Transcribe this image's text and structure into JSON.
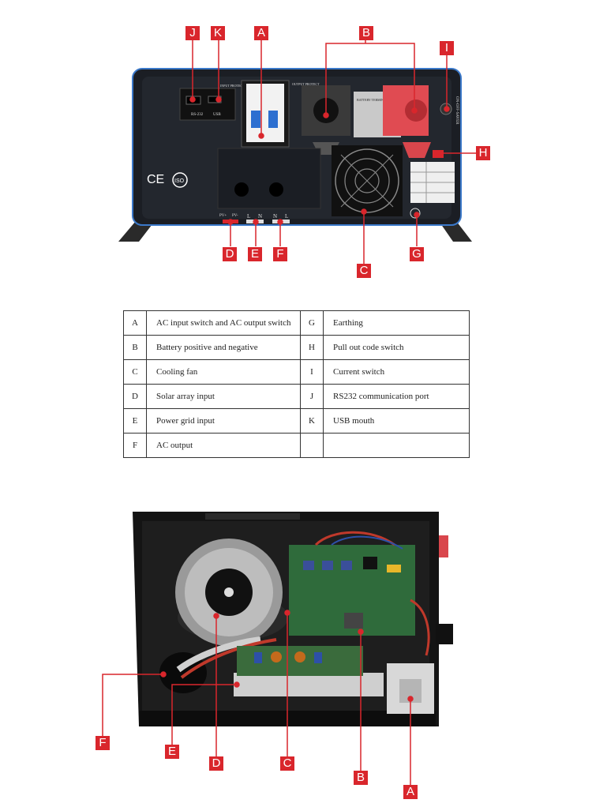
{
  "panel_labels": {
    "rs232": "RS-232",
    "usb": "USB",
    "input_protect": "INPUT PROTECT",
    "output_protect": "OUTPUT PROTECT",
    "battery_terminal": "BATTERY TERMINAL",
    "on_off_saver": "ON-OFF-SAVER",
    "pv_plus": "PV+",
    "pv_minus": "PV-",
    "l1": "L",
    "n1": "N",
    "n2": "N",
    "l2": "L",
    "ce": "CE",
    "iso": "ISO"
  },
  "top_callouts": [
    "J",
    "K",
    "A",
    "B",
    "I",
    "H",
    "D",
    "E",
    "F",
    "C",
    "G"
  ],
  "bottom_callouts": [
    "F",
    "E",
    "D",
    "C",
    "B",
    "A"
  ],
  "legend": [
    {
      "key_l": "A",
      "desc_l": "AC input switch and AC output switch",
      "key_r": "G",
      "desc_r": "Earthing"
    },
    {
      "key_l": "B",
      "desc_l": "Battery positive and negative",
      "key_r": "H",
      "desc_r": "Pull out code switch"
    },
    {
      "key_l": "C",
      "desc_l": "Cooling fan",
      "key_r": "I",
      "desc_r": "Current switch"
    },
    {
      "key_l": "D",
      "desc_l": "Solar array input",
      "key_r": "J",
      "desc_r": "RS232 communication port"
    },
    {
      "key_l": "E",
      "desc_l": "Power grid input",
      "key_r": "K",
      "desc_r": "USB mouth"
    },
    {
      "key_l": "F",
      "desc_l": "AC output",
      "key_r": "",
      "desc_r": ""
    }
  ],
  "colors": {
    "callout_red": "#d9262c",
    "panel": "#1b1e24",
    "panel_edge": "#3a78c9"
  }
}
